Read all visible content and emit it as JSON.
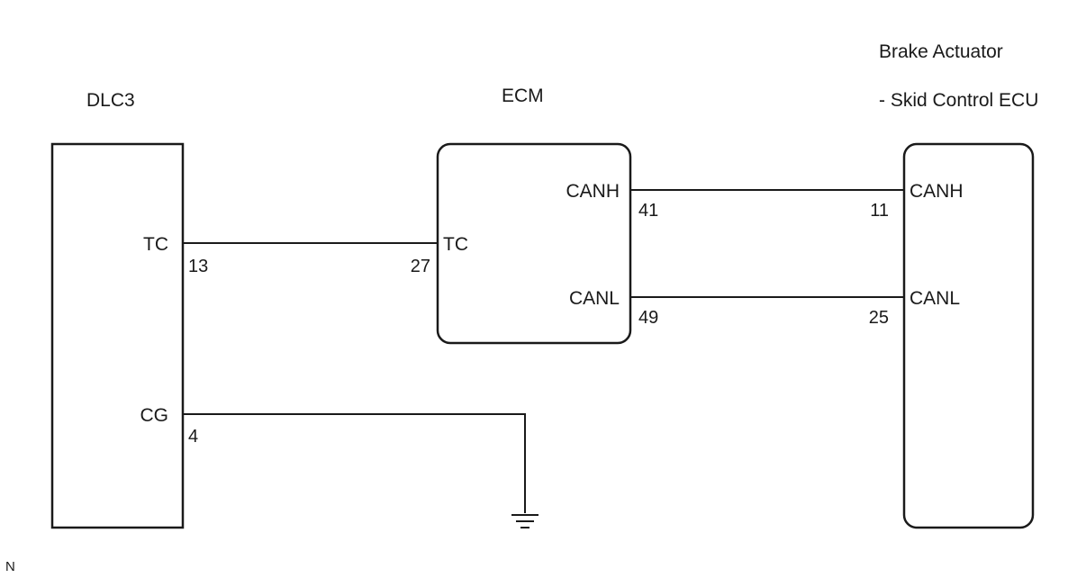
{
  "components": {
    "dlc3": {
      "title": "DLC3",
      "pins": {
        "tc": "TC",
        "tc_no": "13",
        "cg": "CG",
        "cg_no": "4"
      }
    },
    "ecm": {
      "title": "ECM",
      "pins": {
        "tc": "TC",
        "tc_no": "27",
        "canh": "CANH",
        "canh_no": "41",
        "canl": "CANL",
        "canl_no": "49"
      }
    },
    "brake": {
      "title_line1": "Brake Actuator",
      "title_line2": "- Skid Control ECU",
      "pins": {
        "canh": "CANH",
        "canh_no": "11",
        "canl": "CANL",
        "canl_no": "25"
      }
    }
  },
  "footer_mark": "N"
}
